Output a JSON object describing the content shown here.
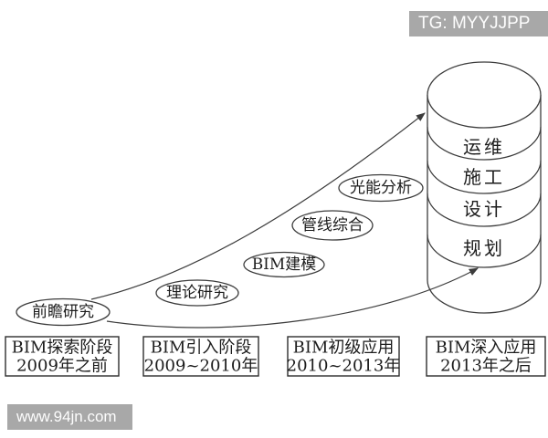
{
  "badges": {
    "tg_label": "TG: MYYJJPP",
    "watermark": "www.94jn.com"
  },
  "diagram": {
    "bubbles": [
      {
        "label": "前瞻研究"
      },
      {
        "label": "理论研究"
      },
      {
        "label": "BIM建模"
      },
      {
        "label": "管线综合"
      },
      {
        "label": "光能分析"
      }
    ],
    "cylinder_layers": [
      {
        "label": "运维"
      },
      {
        "label": "施工"
      },
      {
        "label": "设计"
      },
      {
        "label": "规划"
      }
    ],
    "stages": [
      {
        "title": "BIM探索阶段",
        "period": "2009年之前"
      },
      {
        "title": "BIM引入阶段",
        "period": "2009~2010年"
      },
      {
        "title": "BIM初级应用",
        "period": "2010~2013年"
      },
      {
        "title": "BIM深入应用",
        "period": "2013年之后"
      }
    ]
  },
  "colors": {
    "line": "#3c3c3c",
    "text": "#1c1c1c",
    "badge_background": "#a8a8a8",
    "badge_text": "#fdfdfd",
    "background": "#ffffff"
  }
}
